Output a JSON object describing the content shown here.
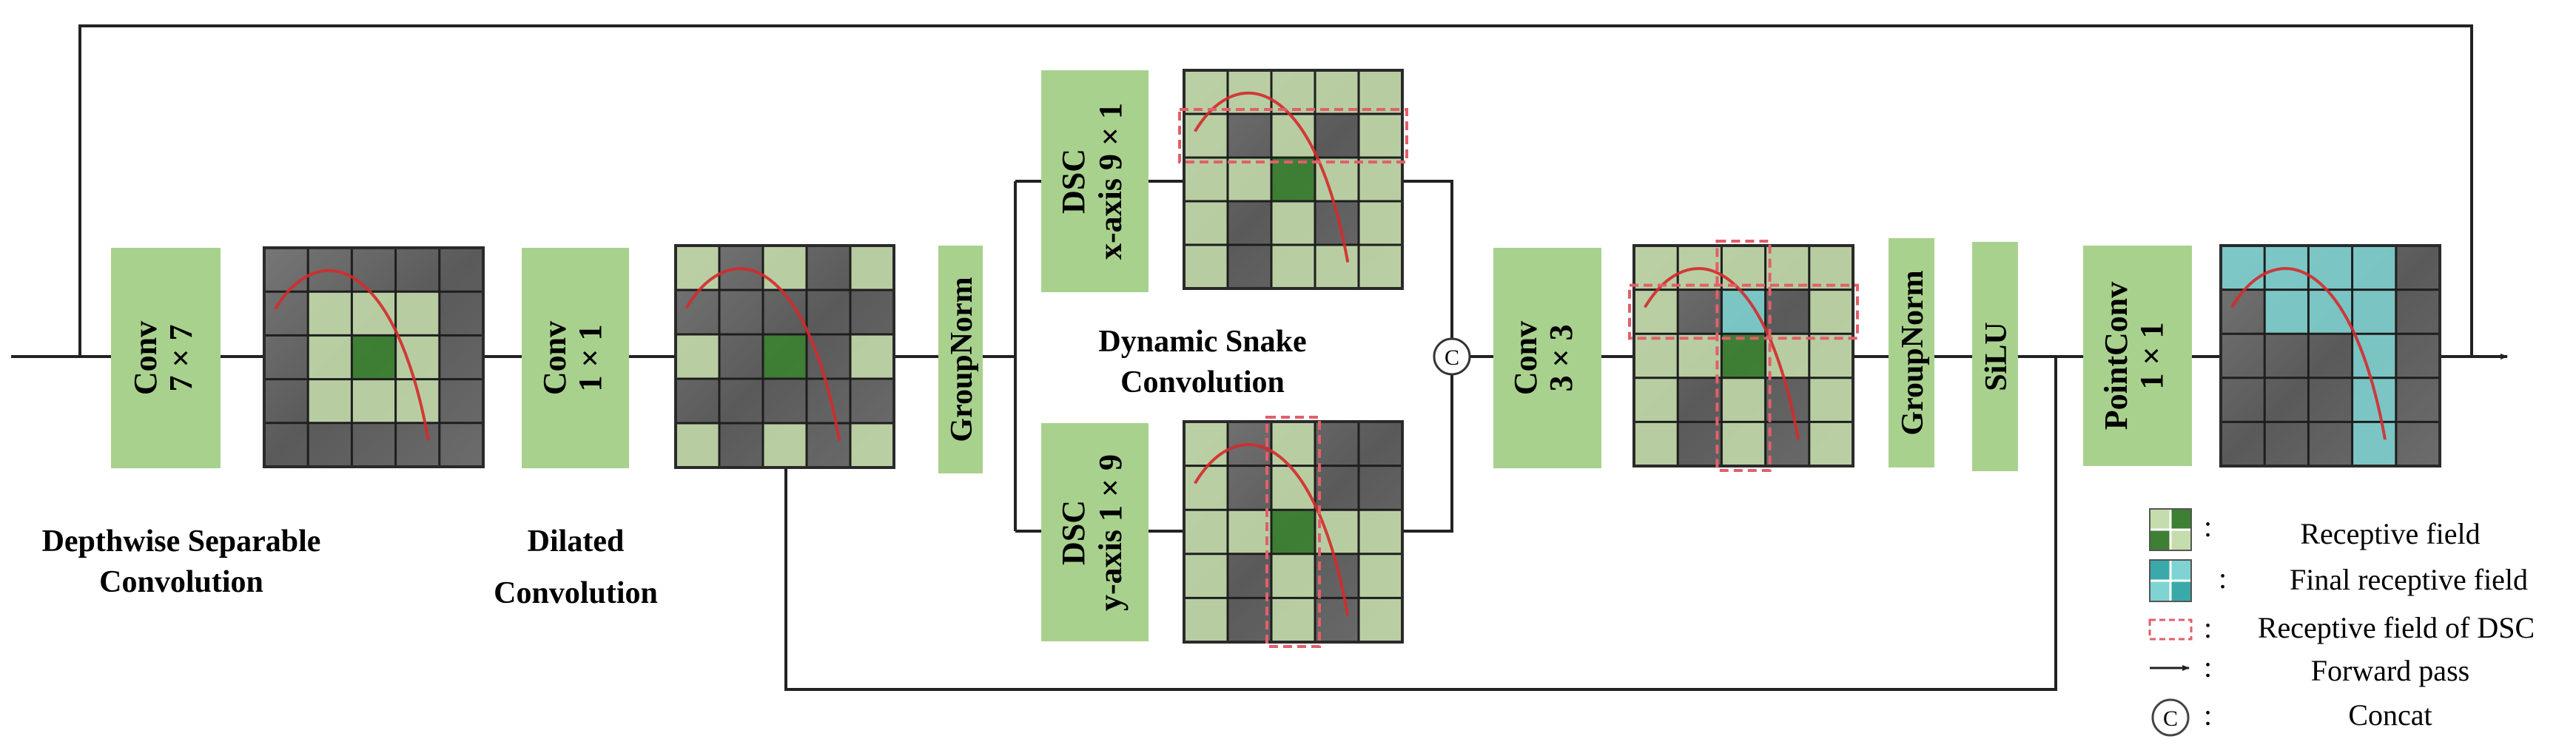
{
  "diagram": {
    "blocks": {
      "conv7": {
        "line1": "Conv",
        "line2": "7 × 7"
      },
      "conv1": {
        "line1": "Conv",
        "line2": "1 × 1"
      },
      "groupnorm1": {
        "label": "GroupNorm"
      },
      "dsc_x": {
        "line1": "DSC",
        "line2": "x-axis 9 × 1"
      },
      "dsc_y": {
        "line1": "DSC",
        "line2": "y-axis 1 × 9"
      },
      "concat": {
        "symbol": "C"
      },
      "conv3": {
        "line1": "Conv",
        "line2": "3 × 3"
      },
      "groupnorm2": {
        "label": "GroupNorm"
      },
      "silu": {
        "label": "SiLU"
      },
      "pointconv": {
        "line1": "PointConv",
        "line2": "1 × 1"
      }
    },
    "captions": {
      "depthwise": {
        "line1": "Depthwise Separable",
        "line2": "Convolution"
      },
      "dilated": {
        "line1": "Dilated",
        "line2": "Convolution"
      },
      "snake": {
        "line1": "Dynamic Snake",
        "line2": "Convolution"
      }
    },
    "legend": {
      "separator": ":",
      "receptive": "Receptive field",
      "final": "Final receptive field",
      "dsc": "Receptive field of DSC",
      "forward": "Forward pass",
      "concat": "Concat",
      "concat_symbol": "C"
    },
    "colors": {
      "block_green": "#a9d18e",
      "cell_light_green": "#c5dcac",
      "cell_dark_green": "#3d7f33",
      "cell_cyan": "#7fd3d3",
      "grid_bg": "#5e5e5e",
      "dashed_red": "#e0606a",
      "curve_red": "#d42a2a",
      "line": "#222222"
    }
  }
}
